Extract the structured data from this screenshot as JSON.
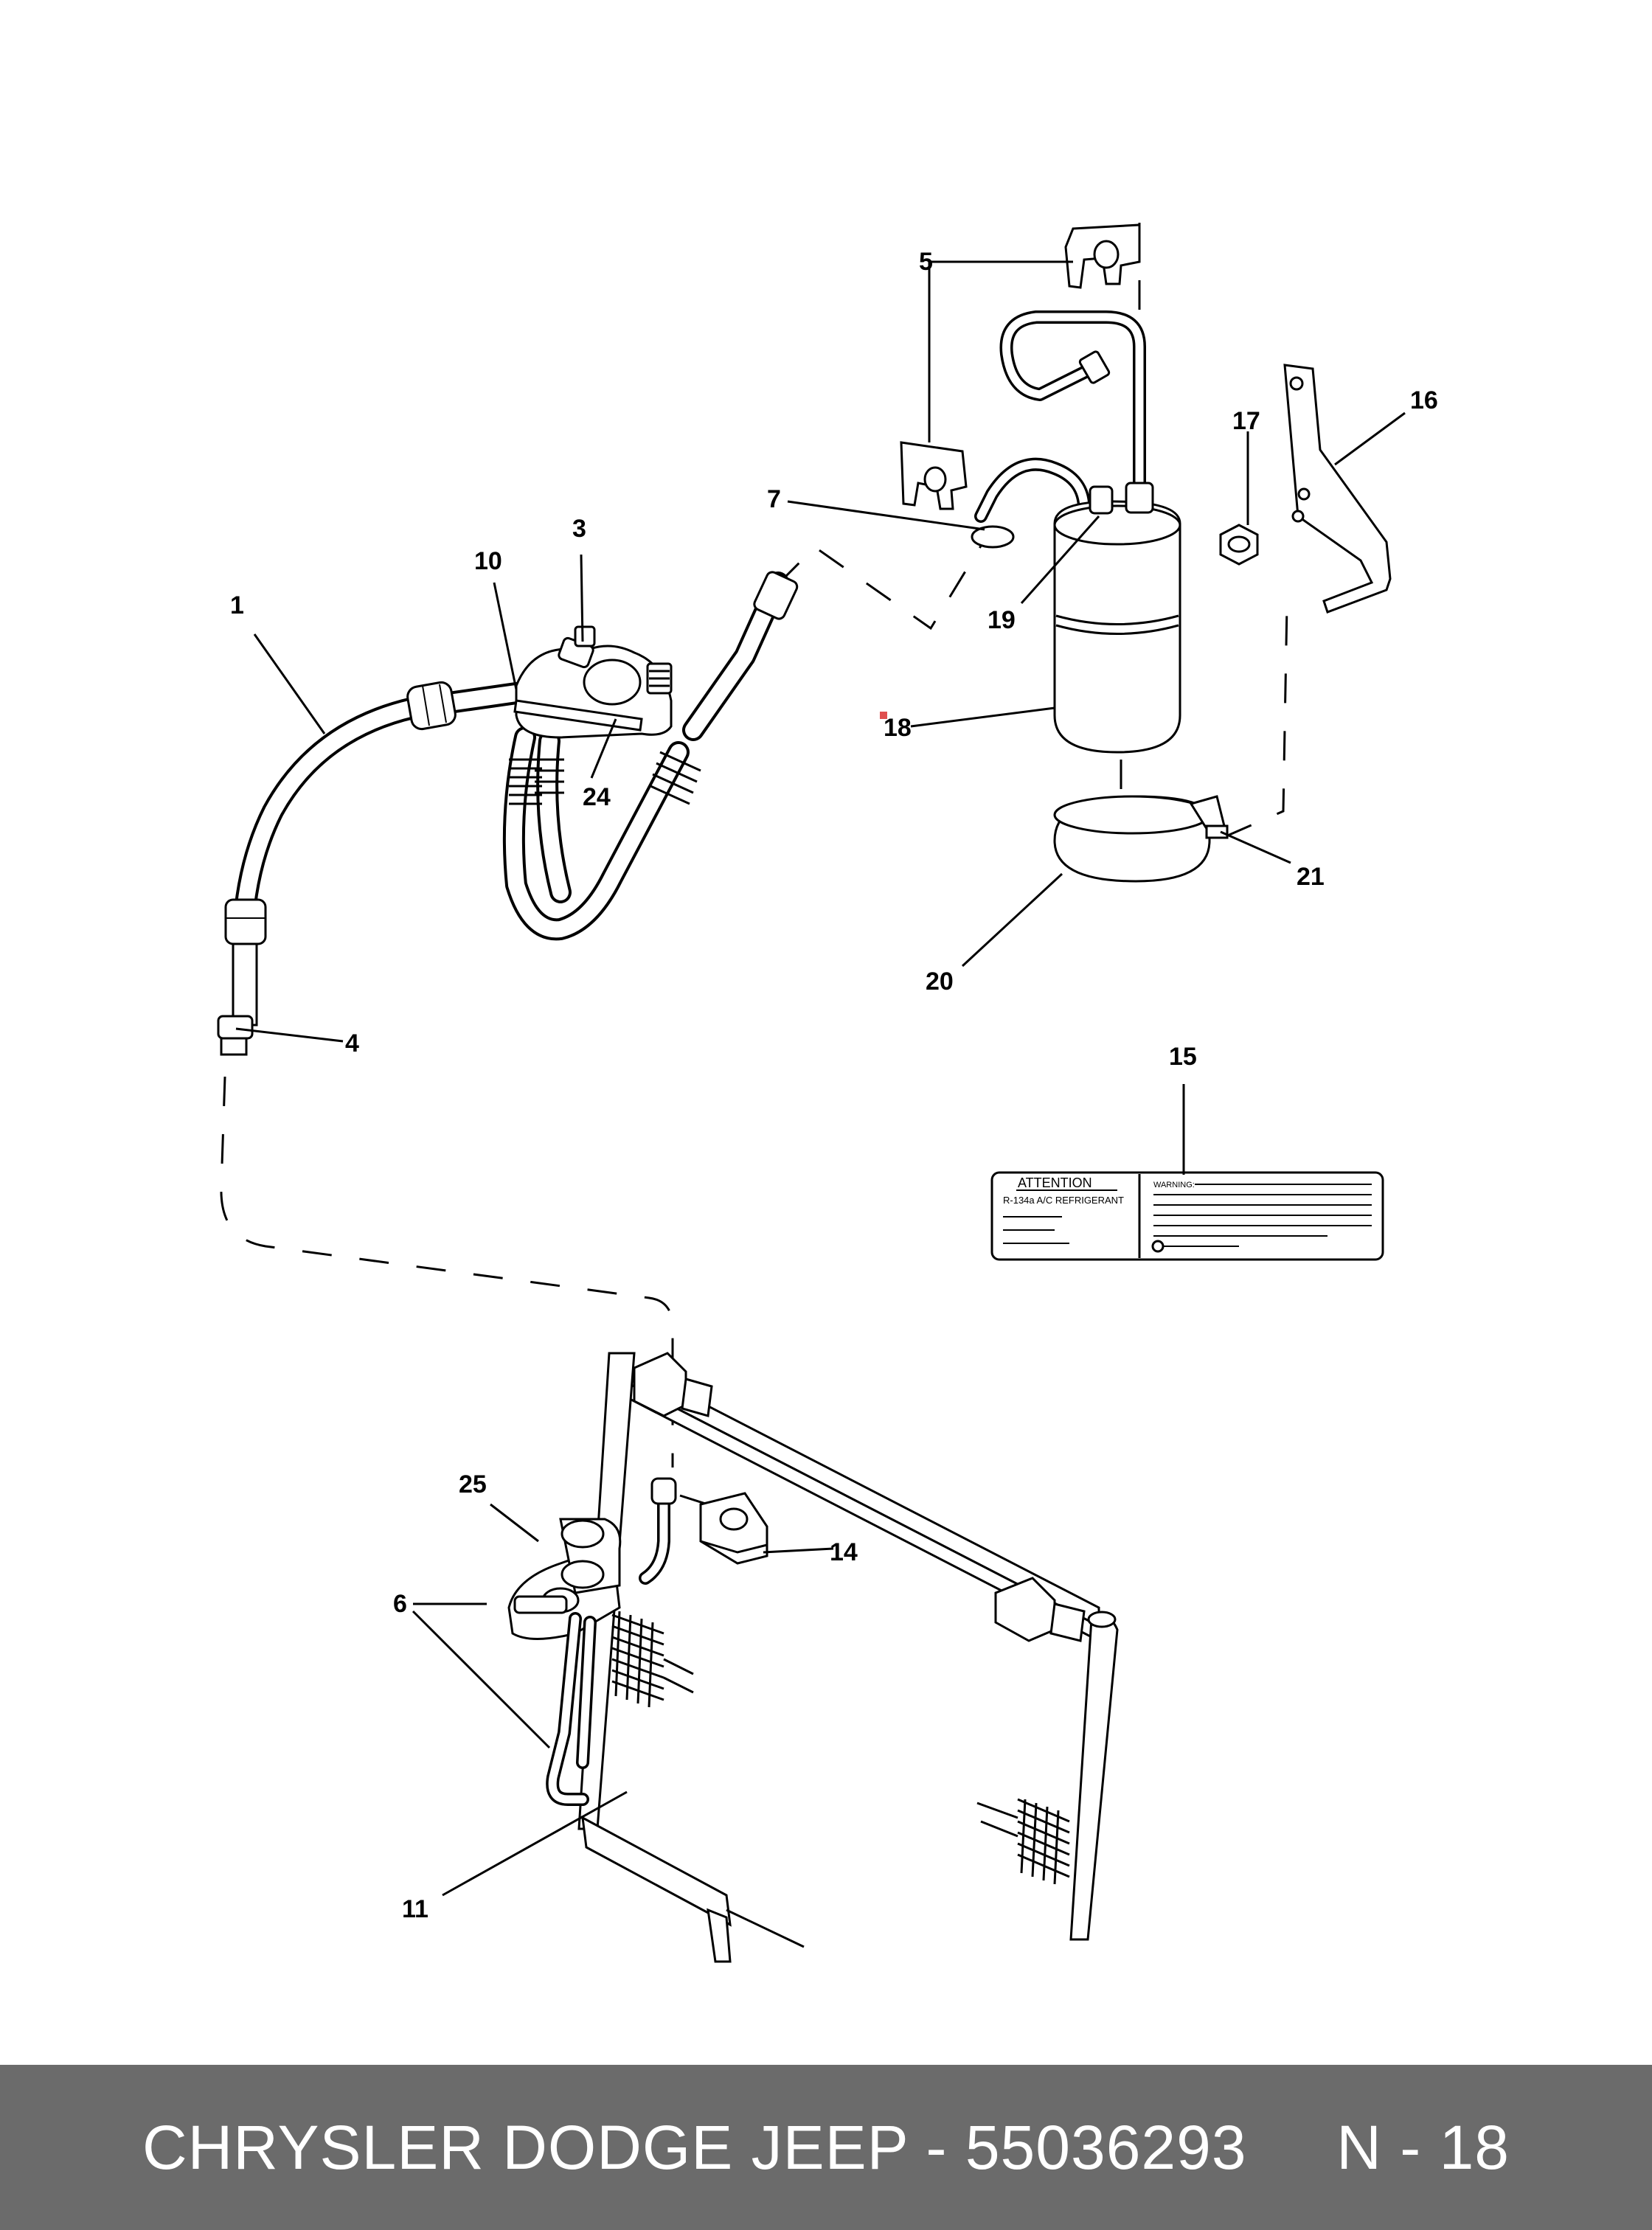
{
  "callouts": {
    "c1": "1",
    "c3": "3",
    "c4": "4",
    "c5": "5",
    "c6": "6",
    "c7": "7",
    "c10": "10",
    "c11": "11",
    "c14": "14",
    "c15": "15",
    "c16": "16",
    "c17": "17",
    "c18": "18",
    "c19": "19",
    "c20": "20",
    "c21": "21",
    "c24": "24",
    "c25": "25"
  },
  "label": {
    "attention": "ATTENTION",
    "refrigerant": "R-134a A/C REFRIGERANT",
    "warning": "WARNING:"
  },
  "footer": {
    "text": "CHRYSLER DODGE JEEP - 55036293     N - 18"
  },
  "colors": {
    "footer_bg": "#6b6b6b",
    "footer_text": "#ffffff",
    "line": "#000000"
  }
}
